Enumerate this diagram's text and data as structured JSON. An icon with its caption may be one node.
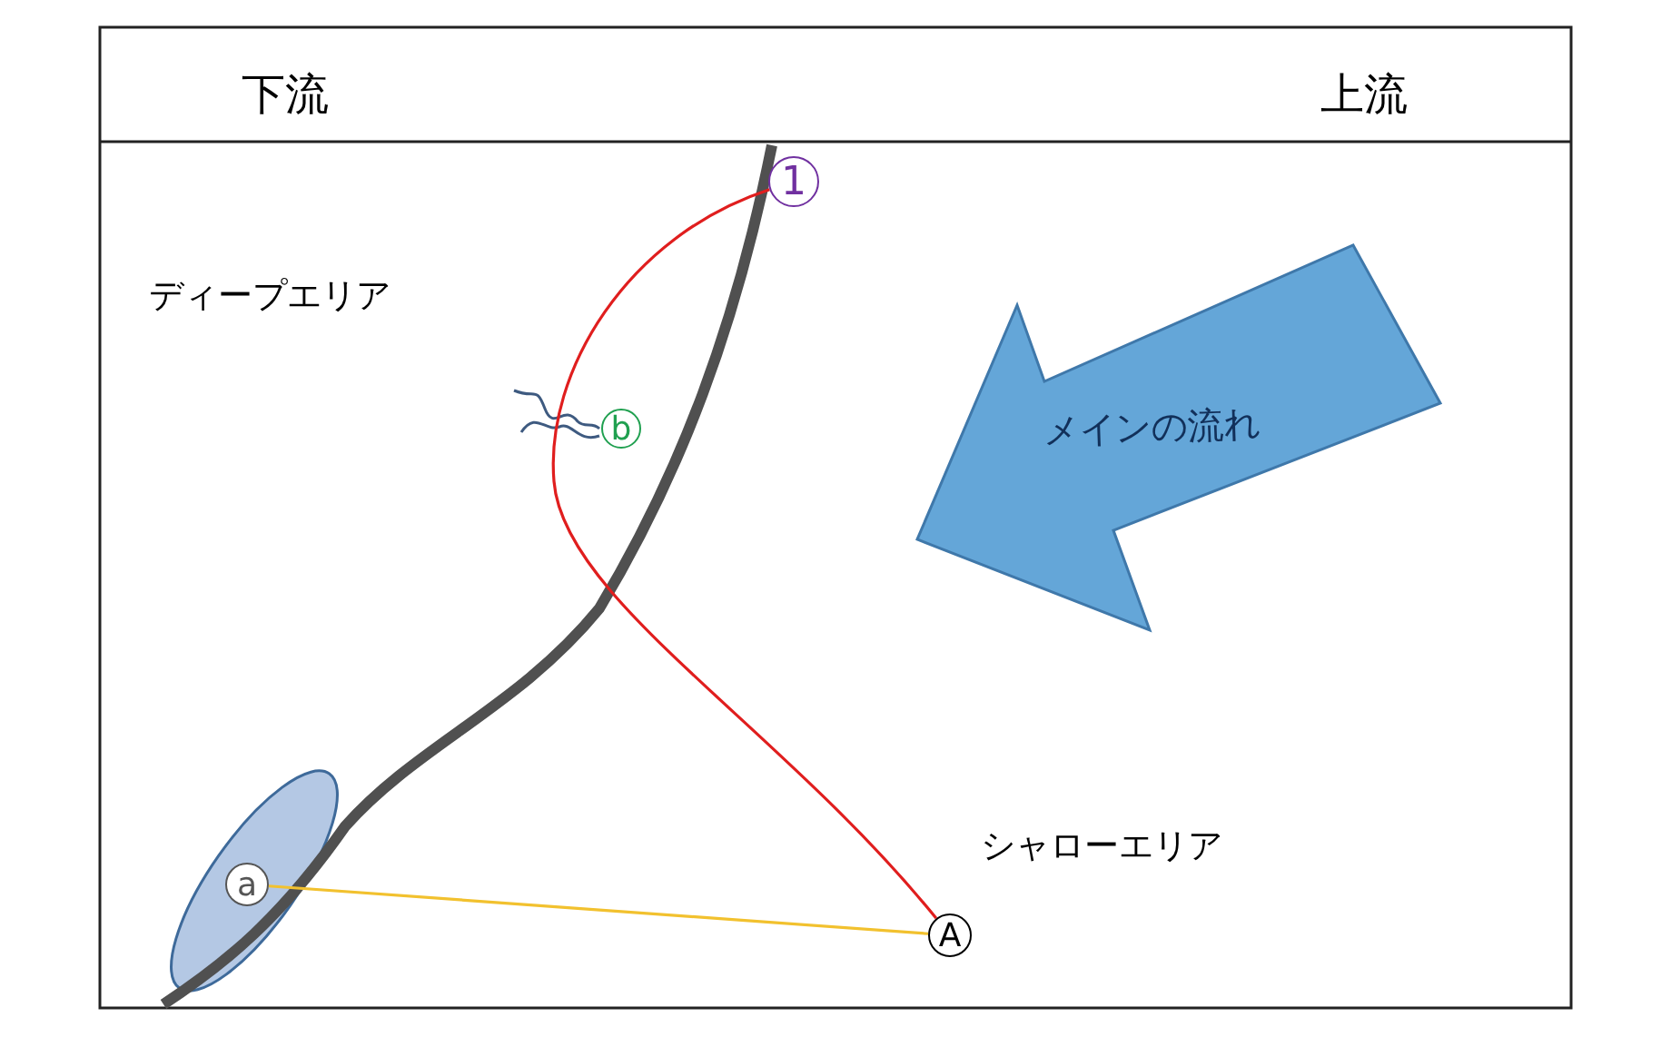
{
  "diagram": {
    "nodes": [
      {
        "text": [
          "1"
        ]
      },
      {
        "text": [
          "b"
        ]
      },
      {
        "text": [
          "a"
        ]
      },
      {
        "text": [
          "A"
        ]
      },
      {
        "text": [
          "メインの流れ"
        ]
      }
    ],
    "edges": [
      {
        "from": 0,
        "to": 3,
        "arrow": "none",
        "color": "#e01e1e"
      },
      {
        "from": 2,
        "to": 3,
        "arrow": "none",
        "color": "#f2c12e"
      }
    ],
    "labels": [
      "下流",
      "上流",
      "ディープエリア",
      "シャローエリア"
    ]
  }
}
